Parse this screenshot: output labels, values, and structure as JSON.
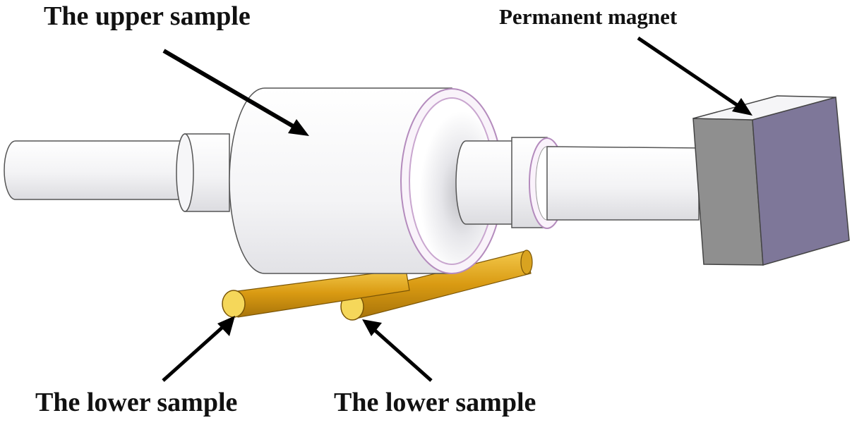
{
  "labels": {
    "upper_sample": "The upper sample",
    "permanent_magnet": "Permanent magnet",
    "lower_sample_left": "The lower sample",
    "lower_sample_right": "The lower sample"
  },
  "colors": {
    "shaft_fill": "#f4f4f6",
    "shaft_stroke": "#555555",
    "rim_pink": "#c9a6cf",
    "rod_gold": "#e3a81a",
    "rod_end": "#f5d75a",
    "magnet_gray": "#8e8e8e",
    "magnet_purple": "#7e7799",
    "arrow": "#000000"
  }
}
